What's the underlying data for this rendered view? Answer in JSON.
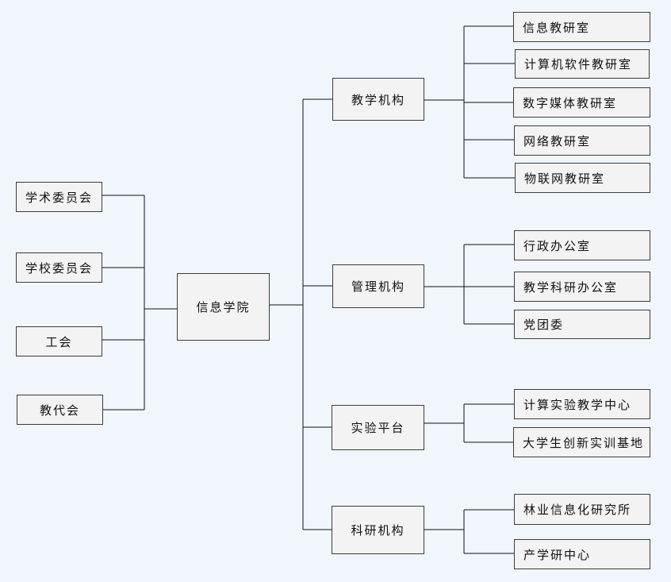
{
  "root": "信息学院",
  "committees": [
    "学术委员会",
    "学校委员会",
    "工会",
    "教代会"
  ],
  "branches": [
    {
      "name": "教学机构",
      "children": [
        "信息教研室",
        "计算机软件教研室",
        "数字媒体教研室",
        "网络教研室",
        "物联网教研室"
      ]
    },
    {
      "name": "管理机构",
      "children": [
        "行政办公室",
        "教学科研办公室",
        "党团委"
      ]
    },
    {
      "name": "实验平台",
      "children": [
        "计算实验教学中心",
        "大学生创新实训基地"
      ]
    },
    {
      "name": "科研机构",
      "children": [
        "林业信息化研究所",
        "产学研中心"
      ]
    }
  ]
}
